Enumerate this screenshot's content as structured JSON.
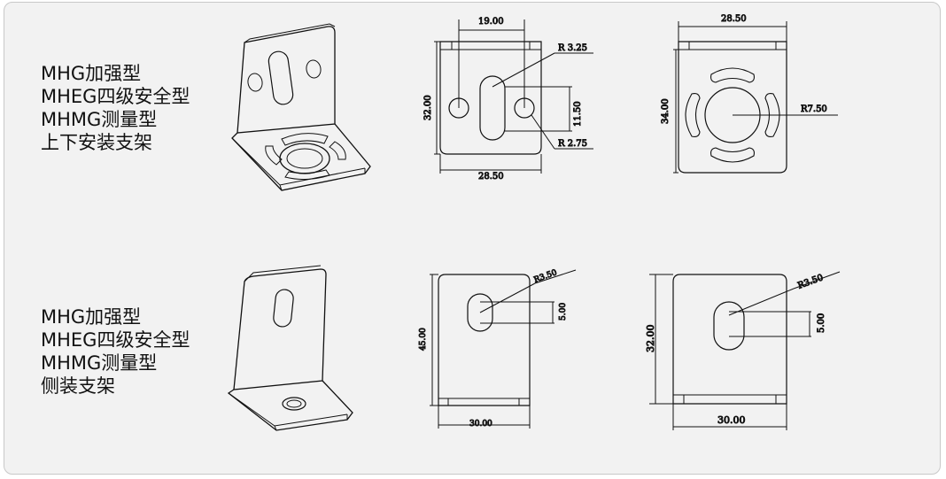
{
  "top_bracket": {
    "lines": [
      "MHG加强型",
      "MHEG四级安全型",
      "MHMG测量型",
      "上下安装支架"
    ],
    "dims": {
      "width_top": "19.00",
      "width_bottom": "28.50",
      "height": "32.00",
      "slot_gap": "11.50",
      "r_small_top": "R 3.25",
      "r_small_bottom": "R 2.75",
      "side_width": "28.50",
      "side_height": "34.00",
      "r_center": "R7.50"
    }
  },
  "side_bracket": {
    "lines": [
      "MHG加强型",
      "MHEG四级安全型",
      "MHMG测量型",
      "侧装支架"
    ],
    "dims": {
      "height_a": "45.00",
      "width_a": "30.00",
      "r_a": "R3.50",
      "gap_a": "5.00",
      "height_b": "32.00",
      "width_b": "30.00",
      "r_b": "R3.50",
      "gap_b": "5.00"
    }
  }
}
